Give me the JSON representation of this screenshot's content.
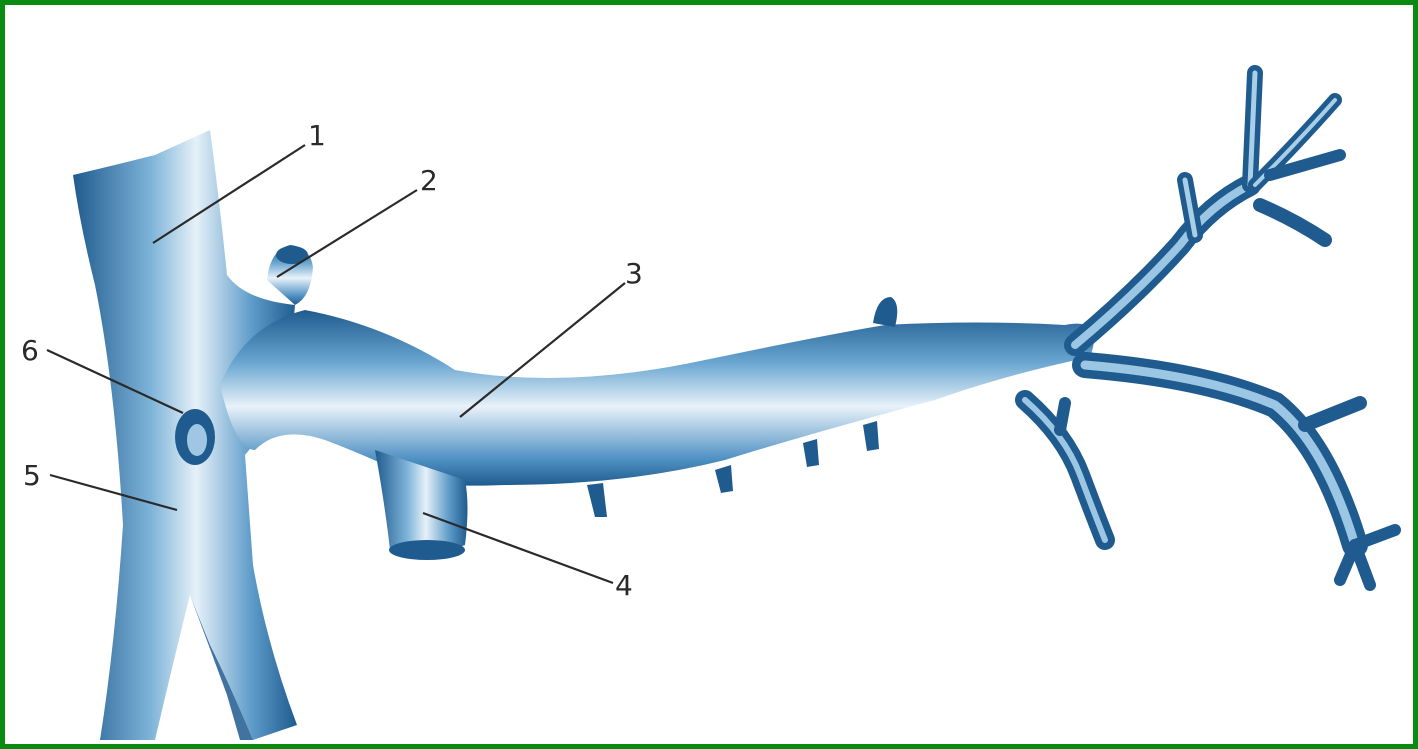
{
  "frame": {
    "border_color": "#0a8a10",
    "background": "#ffffff"
  },
  "colors": {
    "vessel_dark": "#1f5b8e",
    "vessel_mid": "#3f86bd",
    "vessel_light": "#dcecf6",
    "text": "#2a2a2a"
  },
  "callouts": [
    {
      "id": "1",
      "label": "1"
    },
    {
      "id": "2",
      "label": "2"
    },
    {
      "id": "3",
      "label": "3"
    },
    {
      "id": "4",
      "label": "4"
    },
    {
      "id": "5",
      "label": "5"
    },
    {
      "id": "6",
      "label": "6"
    }
  ]
}
